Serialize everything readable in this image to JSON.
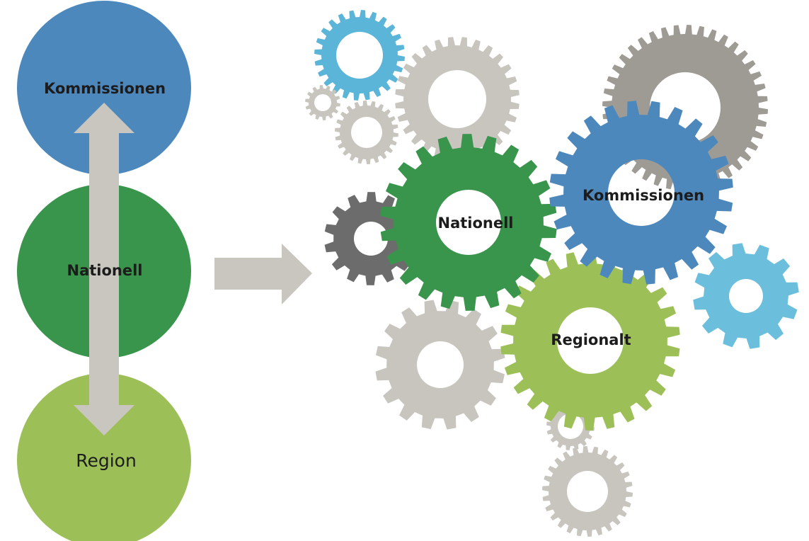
{
  "left_stack": {
    "top_label": "Kommissionen",
    "middle_label": "Nationell",
    "bottom_label": "Region",
    "arrow": "double-headed-vertical-arrow"
  },
  "transition_arrow": "right-arrow",
  "gears": {
    "nationell_label": "Nationell",
    "kommissionen_label": "Kommissionen",
    "regionalt_label": "Regionalt"
  },
  "colors": {
    "blue": "#4d88bd",
    "dark_green": "#3a954c",
    "light_green": "#9cc057",
    "arrow_grey": "#c9c6c0",
    "gear_grey": "#c8c5bf",
    "gear_dark_grey": "#9e9a94",
    "gear_charcoal": "#6c6c6c",
    "gear_cyan": "#5bb5d8",
    "gear_light_blue": "#6cbfdc"
  }
}
